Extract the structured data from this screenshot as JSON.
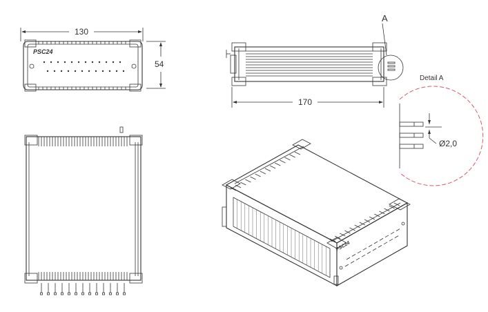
{
  "dimensions": {
    "width_label": "130",
    "height_label": "54",
    "length_label": "170",
    "pin_diameter_label": "Ø2,0"
  },
  "labels": {
    "brand": "PSC24",
    "detail_marker": "A",
    "detail_title": "Detail A"
  },
  "colors": {
    "line": "#333333",
    "detail_circle": "#d45a6a"
  }
}
